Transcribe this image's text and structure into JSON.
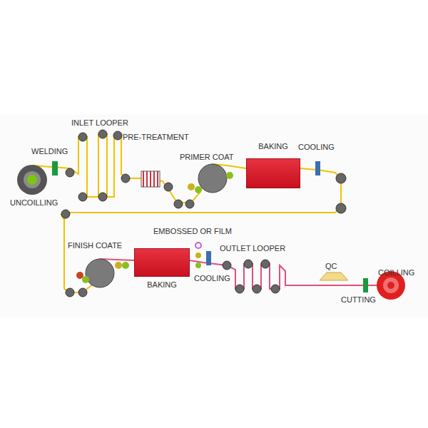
{
  "diagram": {
    "nodes": [
      {
        "text": [
          "BAKING"
        ]
      },
      {
        "text": [
          "BAKING"
        ]
      }
    ],
    "labels": [
      "UNCOILLING",
      "WELDING",
      "INLET LOOPER",
      "PRE-TREATMENT",
      "PRIMER COAT",
      "COOLING",
      "FINISH COATE",
      "EMBOSSED OR FILM",
      "COOLING",
      "OUTLET LOOPER",
      "QC",
      "COILLING",
      "CUTTING"
    ]
  }
}
